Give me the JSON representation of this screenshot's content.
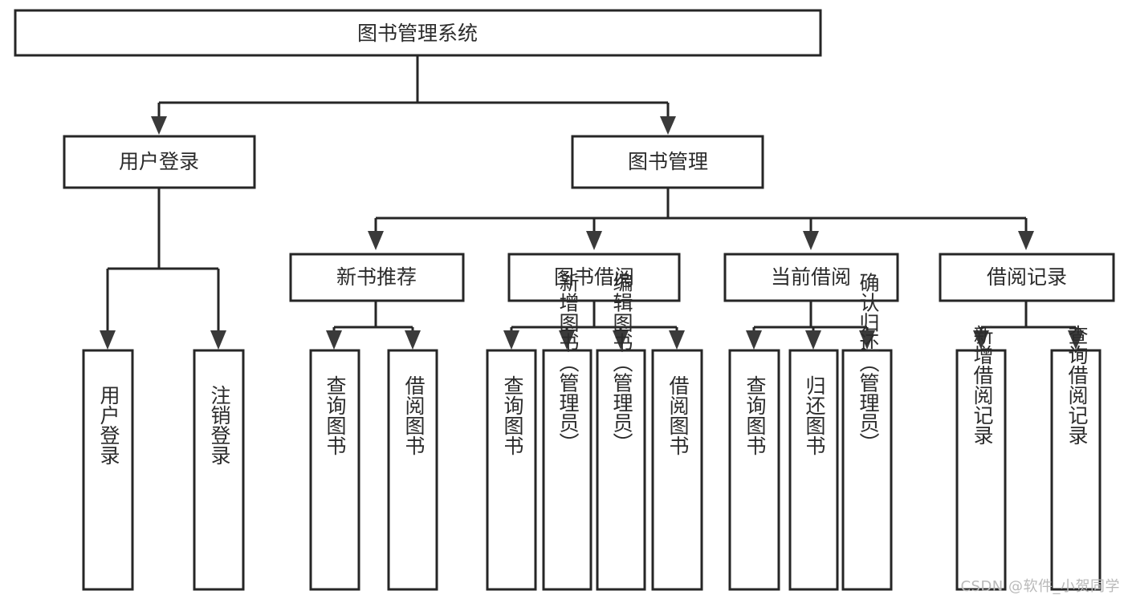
{
  "diagram": {
    "type": "tree",
    "title": "图书管理系统",
    "watermark": "CSDN @软件_小贺同学",
    "colors": {
      "background": "#ffffff",
      "box_stroke": "#262626",
      "box_fill": "#ffffff",
      "text": "#2b2b2b",
      "arrow": "#3a3a3a",
      "watermark": "#b9b9b9"
    },
    "root": {
      "id": "root",
      "label": "图书管理系统",
      "orientation": "horizontal"
    },
    "level2": [
      {
        "id": "user-login",
        "label": "用户登录",
        "orientation": "horizontal"
      },
      {
        "id": "book-manage",
        "label": "图书管理",
        "orientation": "horizontal"
      }
    ],
    "level3": [
      {
        "id": "new-book-recommend",
        "label": "新书推荐",
        "orientation": "horizontal",
        "parent": "book-manage"
      },
      {
        "id": "book-borrow",
        "label": "图书借阅",
        "orientation": "horizontal",
        "parent": "book-manage"
      },
      {
        "id": "current-borrow",
        "label": "当前借阅",
        "orientation": "horizontal",
        "parent": "book-manage"
      },
      {
        "id": "borrow-record",
        "label": "借阅记录",
        "orientation": "horizontal",
        "parent": "book-manage"
      }
    ],
    "leaves": [
      {
        "id": "leaf-user-login",
        "label": "用户登录",
        "orientation": "vertical",
        "parent": "user-login"
      },
      {
        "id": "leaf-user-logout",
        "label": "注销登录",
        "orientation": "vertical",
        "parent": "user-login"
      },
      {
        "id": "leaf-query-book-1",
        "label": "查询图书",
        "orientation": "vertical",
        "parent": "new-book-recommend"
      },
      {
        "id": "leaf-borrow-book-1",
        "label": "借阅图书",
        "orientation": "vertical",
        "parent": "new-book-recommend"
      },
      {
        "id": "leaf-query-book-2",
        "label": "查询图书",
        "orientation": "vertical",
        "parent": "book-borrow"
      },
      {
        "id": "leaf-add-book",
        "label": "新增图书（管理员）",
        "orientation": "vertical",
        "parent": "book-borrow"
      },
      {
        "id": "leaf-edit-book",
        "label": "编辑图书（管理员）",
        "orientation": "vertical",
        "parent": "book-borrow"
      },
      {
        "id": "leaf-borrow-book-2",
        "label": "借阅图书",
        "orientation": "vertical",
        "parent": "book-borrow"
      },
      {
        "id": "leaf-query-book-3",
        "label": "查询图书",
        "orientation": "vertical",
        "parent": "current-borrow"
      },
      {
        "id": "leaf-return-book",
        "label": "归还图书",
        "orientation": "vertical",
        "parent": "current-borrow"
      },
      {
        "id": "leaf-confirm-return",
        "label": "确认归还（管理员）",
        "orientation": "vertical",
        "parent": "current-borrow"
      },
      {
        "id": "leaf-add-record",
        "label": "新增借阅记录",
        "orientation": "vertical",
        "parent": "borrow-record"
      },
      {
        "id": "leaf-query-record",
        "label": "查询借阅记录",
        "orientation": "vertical",
        "parent": "borrow-record"
      }
    ]
  }
}
